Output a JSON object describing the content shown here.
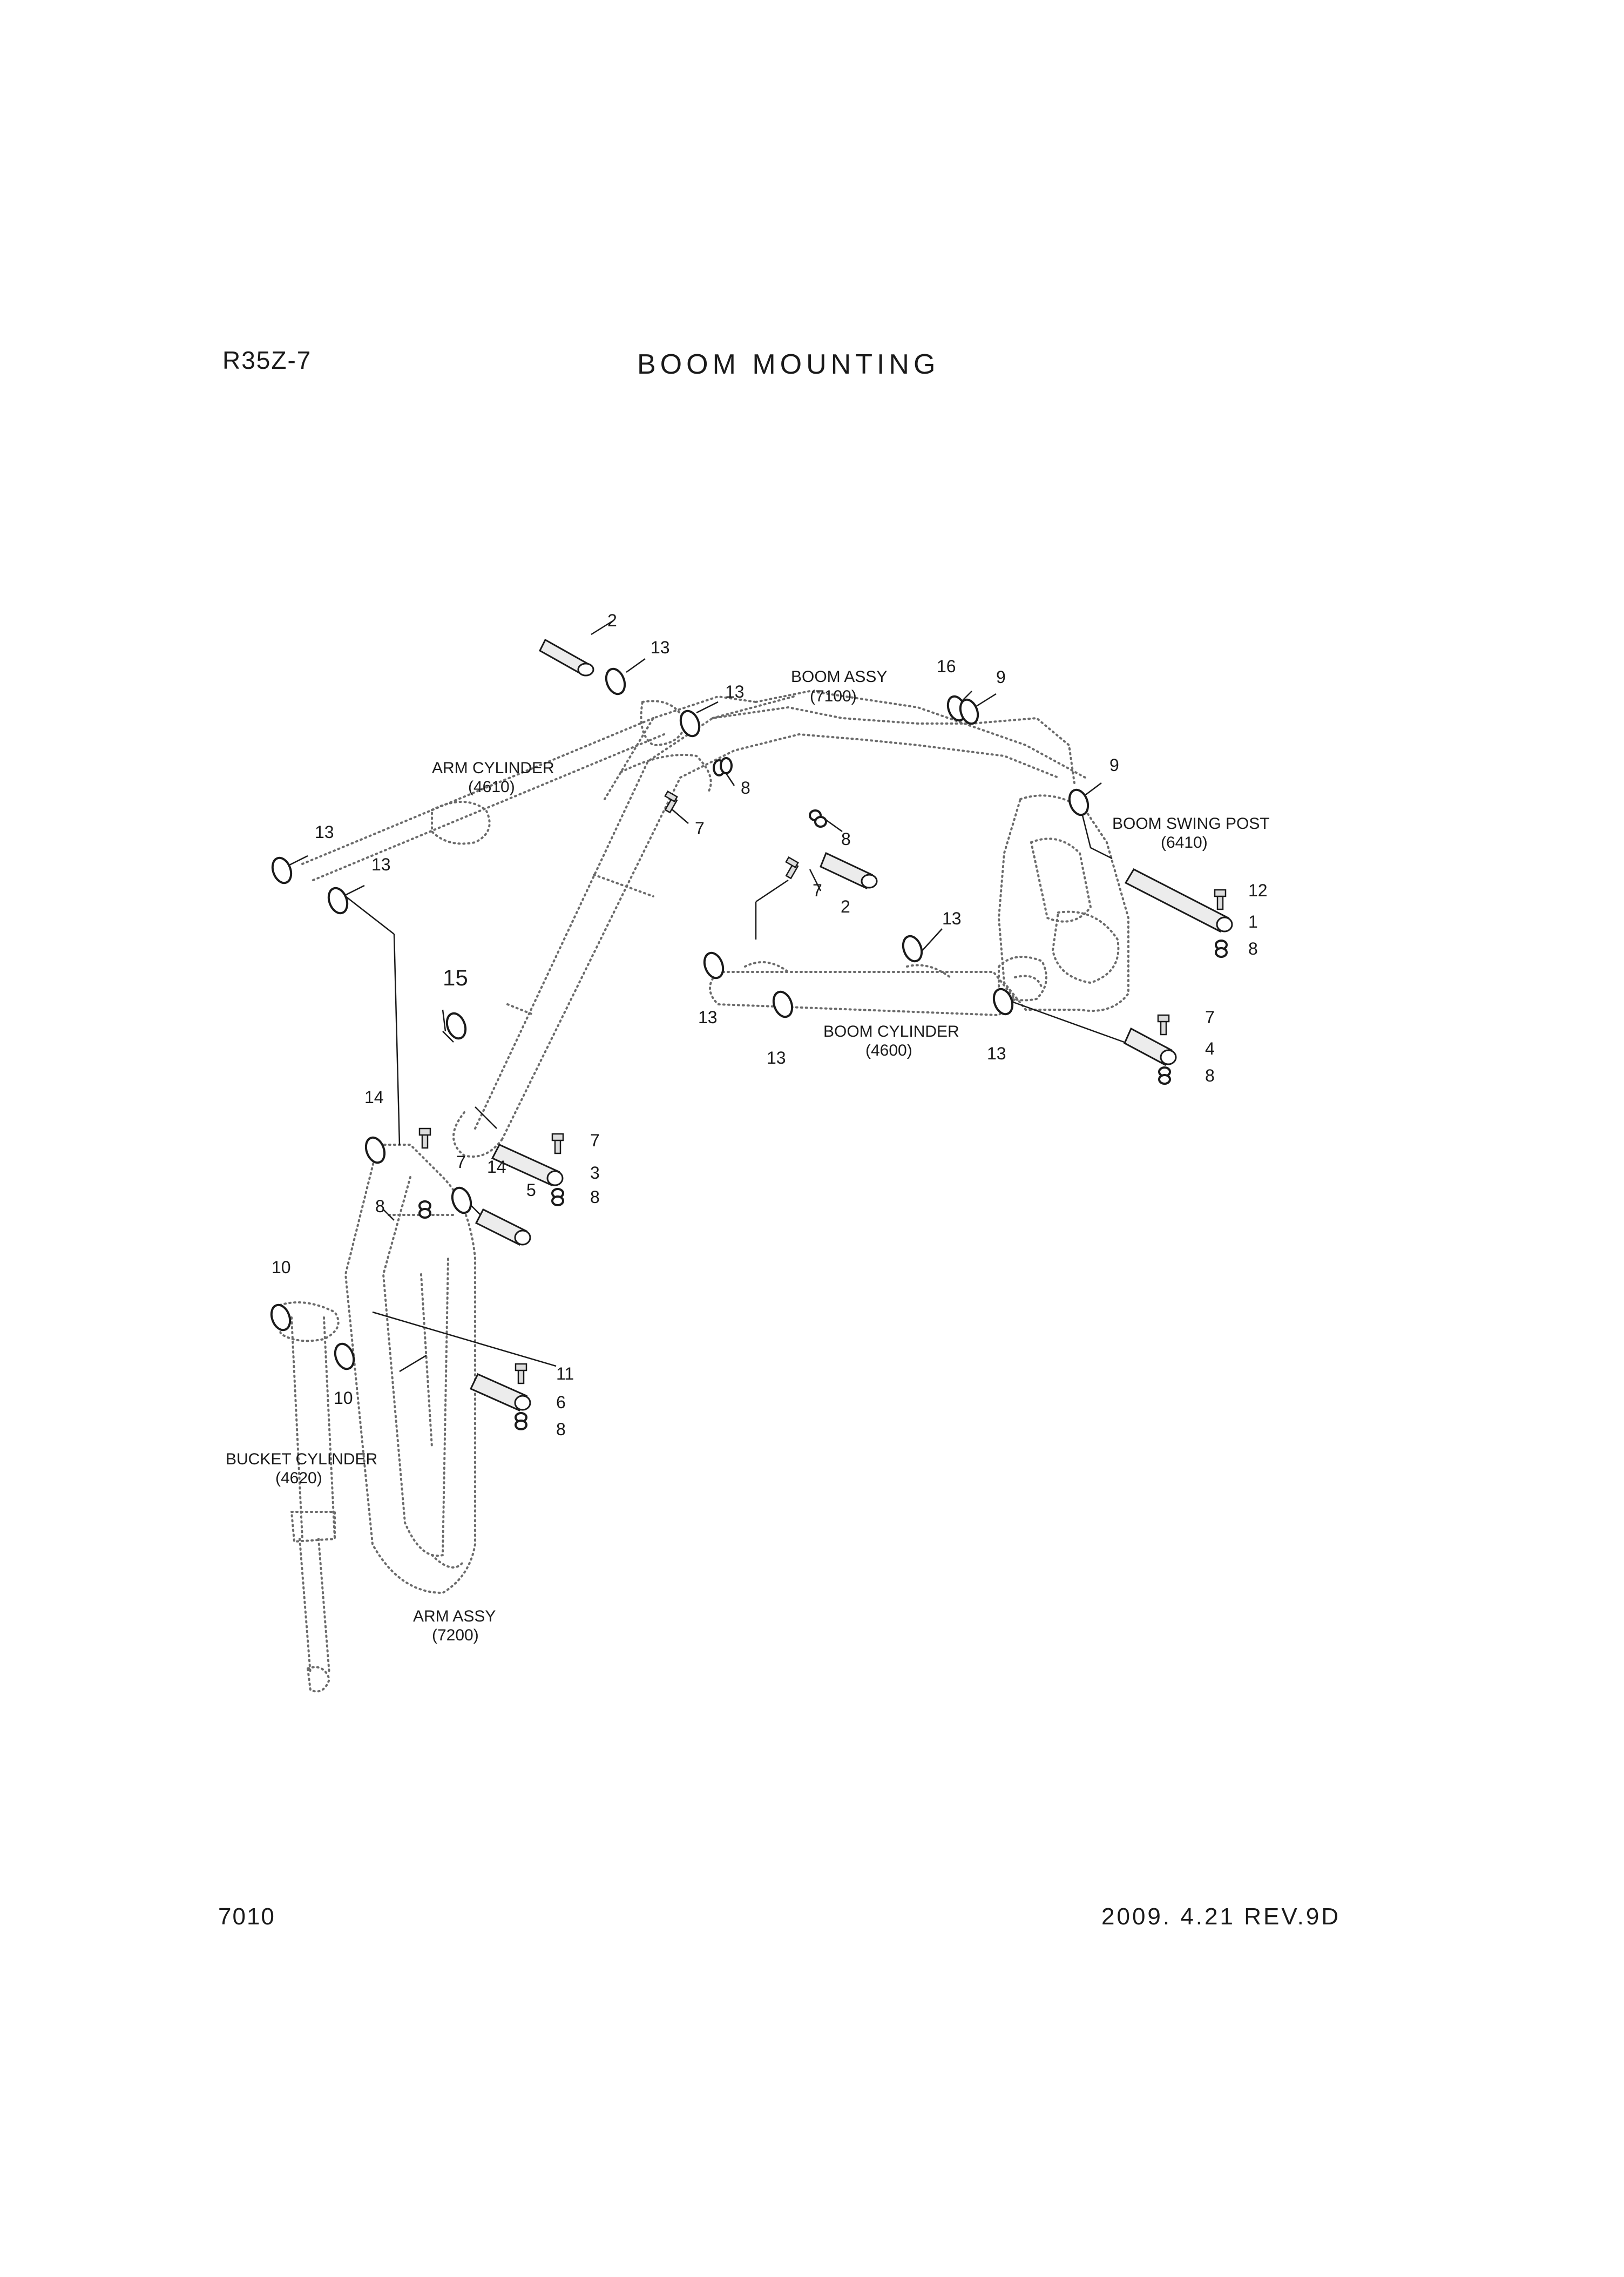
{
  "header": {
    "model": "R35Z-7",
    "title": "BOOM MOUNTING"
  },
  "footer": {
    "page_number": "7010",
    "revision": "2009. 4.21  REV.9D"
  },
  "assemblies": {
    "boom_assy": {
      "name": "BOOM ASSY",
      "code": "(7100)"
    },
    "arm_cylinder": {
      "name": "ARM CYLINDER",
      "code": "(4610)"
    },
    "boom_swing_post": {
      "name": "BOOM SWING POST",
      "code": "(6410)"
    },
    "boom_cylinder": {
      "name": "BOOM CYLINDER",
      "code": "(4600)"
    },
    "bucket_cylinder": {
      "name": "BUCKET CYLINDER",
      "code": "(4620)"
    },
    "arm_assy": {
      "name": "ARM ASSY",
      "code": "(7200)"
    }
  },
  "callouts": {
    "c1": "1",
    "c2": "2",
    "c3": "3",
    "c4": "4",
    "c5": "5",
    "c6": "6",
    "c7": "7",
    "c8": "8",
    "c9": "9",
    "c10": "10",
    "c11": "11",
    "c12": "12",
    "c13": "13",
    "c14": "14",
    "c15": "15",
    "c16": "16"
  }
}
